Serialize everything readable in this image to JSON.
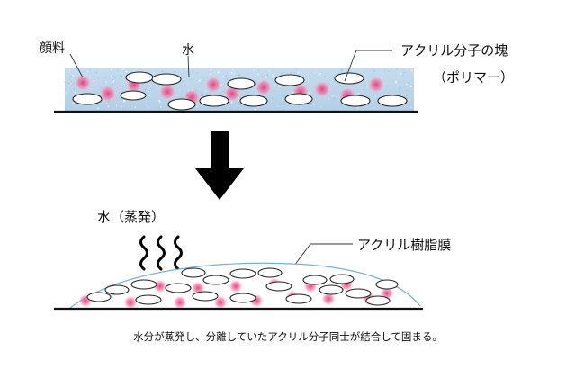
{
  "labels": {
    "pigment": "顔料",
    "water_top": "水",
    "polymer_line1": "アクリル分子の塊",
    "polymer_line2": "（ポリマー）",
    "water_evap": "水（蒸発）",
    "film": "アクリル樹脂膜"
  },
  "caption": "水分が蒸発し、分離していたアクリル分子同士が結合して固まる。",
  "colors": {
    "water": "#bcd6ec",
    "pigment": "#f08cb0",
    "polymer_outline": "#222222",
    "film_outline": "#7ab0d8",
    "baseline": "#111111"
  },
  "icons": {
    "arrow": "down-arrow-icon",
    "steam": "steam-icon"
  }
}
